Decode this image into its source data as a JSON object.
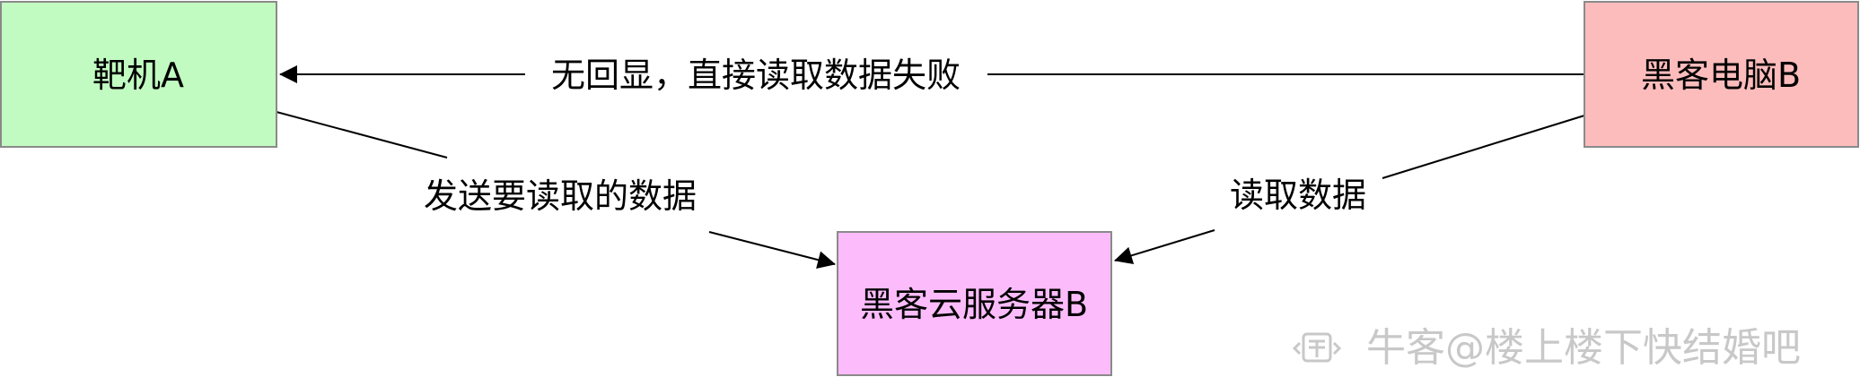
{
  "nodes": {
    "target": {
      "label": "靶机A",
      "fill": "#c1fbc1"
    },
    "hacker_pc": {
      "label": "黑客电脑B",
      "fill": "#fdbcbc"
    },
    "cloud_server": {
      "label": "黑客云服务器B",
      "fill": "#fcbcfc"
    }
  },
  "edges": {
    "no_echo": {
      "label": "无回显，直接读取数据失败"
    },
    "send_data": {
      "label": "发送要读取的数据"
    },
    "read_data": {
      "label": "读取数据"
    }
  },
  "watermark": {
    "text": "牛客@楼上楼下快结婚吧",
    "icon": "nowcoder-logo-icon"
  },
  "colors": {
    "line": "#000000",
    "border": "#8a8a8a",
    "watermark": "#c8c8c8"
  }
}
